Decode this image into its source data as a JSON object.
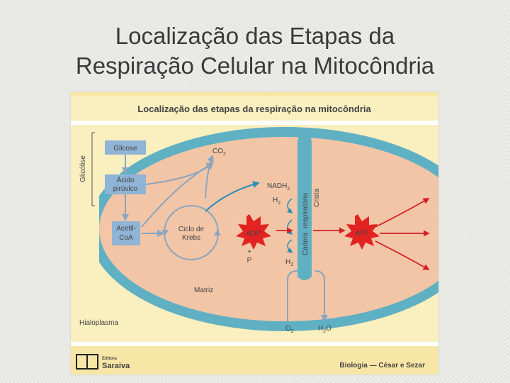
{
  "slide": {
    "title_line1": "Localização das Etapas da",
    "title_line2": "Respiração Celular na Mitocôndria"
  },
  "figure": {
    "header": "Localização das etapas da respiração na mitocôndria",
    "glicolise_label": "Glicólise",
    "glicose": "Glicose",
    "acido_line1": "Ácido",
    "acido_line2": "pirúvico",
    "acetil_line1": "Acetil-",
    "acetil_line2": "CoA",
    "co2": "CO",
    "co2_sub": "2",
    "nadh2": "NADH",
    "nadh2_sub": "2",
    "h2_top": "H",
    "h2_top_sub": "2",
    "h2_bottom": "H",
    "h2_bottom_sub": "2",
    "krebs_line1": "Ciclo de",
    "krebs_line2": "Krebs",
    "adp": "ADP",
    "plus": "+",
    "p": "P",
    "atp": "ATP",
    "cadeia": "Cadeia",
    "respiratoria": "respiratória",
    "crista": "Crista",
    "matriz": "Matriz",
    "hialoplasma": "Hialoplasma",
    "o2": "O",
    "o2_sub": "2",
    "h2o_h": "H",
    "h2o_sub": "2",
    "h2o_o": "O",
    "publisher_line1": "Editora",
    "publisher_line2": "Saraiva",
    "credit": "Biologia — César e Sezar"
  },
  "colors": {
    "cytoplasm": "#f9efbf",
    "membrane": "#5fb0c3",
    "matrix": "#f2c5a6",
    "box": "#8fb4d6",
    "starburst": "#e32322",
    "arrow_red": "#d42027",
    "arrow_blue": "#2b8fb5",
    "arrow_gray": "#8aa5bf"
  }
}
